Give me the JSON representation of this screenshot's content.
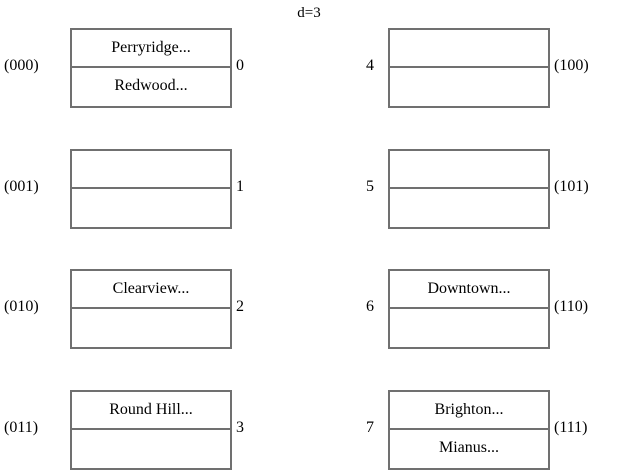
{
  "diagram": {
    "title": "d=3",
    "border_color": "#707070",
    "background_color": "#ffffff",
    "text_color": "#000000",
    "ellipsis": "...",
    "buckets": [
      {
        "index": "0",
        "binary": "(000)",
        "column": "left",
        "entries": [
          "Perryridge...",
          "Redwood..."
        ]
      },
      {
        "index": "1",
        "binary": "(001)",
        "column": "left",
        "entries": [
          "",
          ""
        ]
      },
      {
        "index": "2",
        "binary": "(010)",
        "column": "left",
        "entries": [
          "Clearview...",
          ""
        ]
      },
      {
        "index": "3",
        "binary": "(011)",
        "column": "left",
        "entries": [
          "Round Hill...",
          ""
        ]
      },
      {
        "index": "4",
        "binary": "(100)",
        "column": "right",
        "entries": [
          "",
          ""
        ]
      },
      {
        "index": "5",
        "binary": "(101)",
        "column": "right",
        "entries": [
          "",
          ""
        ]
      },
      {
        "index": "6",
        "binary": "(110)",
        "column": "right",
        "entries": [
          "Downtown...",
          ""
        ]
      },
      {
        "index": "7",
        "binary": "(111)",
        "column": "right",
        "entries": [
          "Brighton...",
          "Mianus..."
        ]
      }
    ]
  }
}
